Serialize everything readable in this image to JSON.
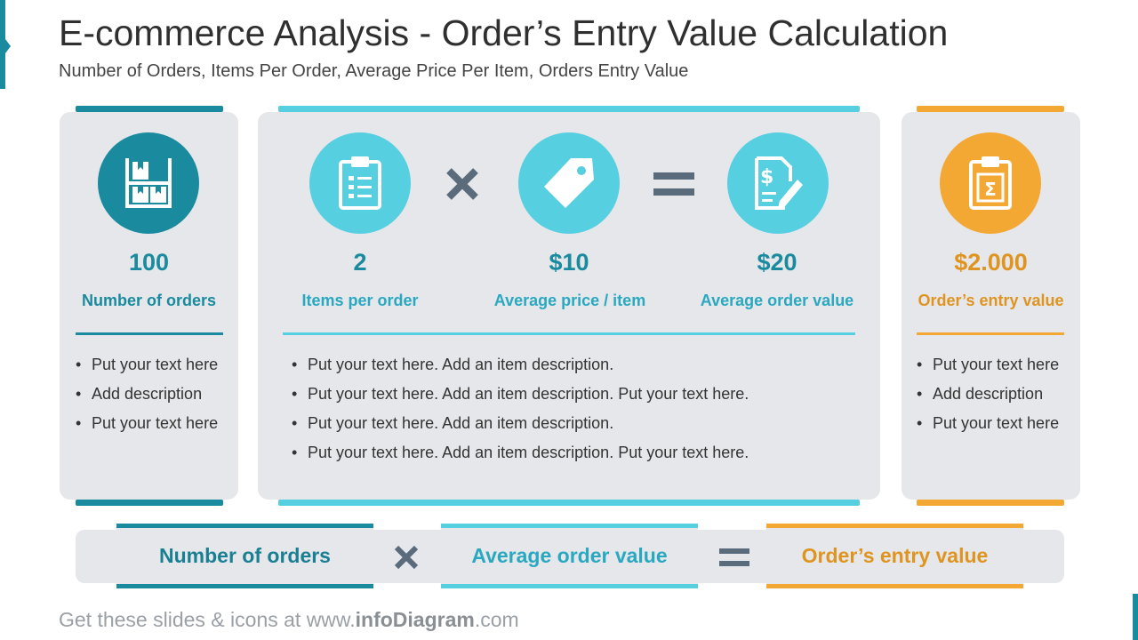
{
  "header": {
    "title": "E-commerce Analysis - Order’s Entry Value Calculation",
    "subtitle": "Number of Orders, Items Per Order, Average Price Per Item, Orders Entry Value"
  },
  "colors": {
    "dark_teal": "#1a8a9e",
    "light_blue": "#56cfe1",
    "orange": "#f2a833",
    "orange_text": "#df9420",
    "card_bg": "#e5e7eb",
    "operator": "#5a6b7b"
  },
  "cards": {
    "orders": {
      "icon": "warehouse-shelf-icon",
      "value": "100",
      "label": "Number of orders",
      "bullets": [
        "Put your text here",
        "Add description",
        "Put your text here"
      ]
    },
    "items": {
      "icon": "clipboard-list-icon",
      "value": "2",
      "label": "Items per order"
    },
    "price": {
      "icon": "price-tag-icon",
      "value": "$10",
      "label": "Average price / item"
    },
    "order_value": {
      "icon": "invoice-dollar-icon",
      "value": "$20",
      "label": "Average order value"
    },
    "middle_bullets": [
      "Put your text here. Add an item description.",
      "Put your text here. Add an item description. Put your text here.",
      "Put your text here. Add an item description.",
      "Put your text here. Add an item description. Put your text here."
    ],
    "entry": {
      "icon": "clipboard-sigma-icon",
      "value": "$2.000",
      "label": "Order’s entry value",
      "bullets": [
        "Put your text here",
        "Add description",
        "Put your text here"
      ]
    }
  },
  "formula": {
    "left": "Number of orders",
    "middle": "Average order value",
    "right": "Order’s entry value"
  },
  "footer": {
    "prefix": "Get these slides & icons at www.",
    "brand": "infoDiagram",
    "suffix": ".com"
  }
}
